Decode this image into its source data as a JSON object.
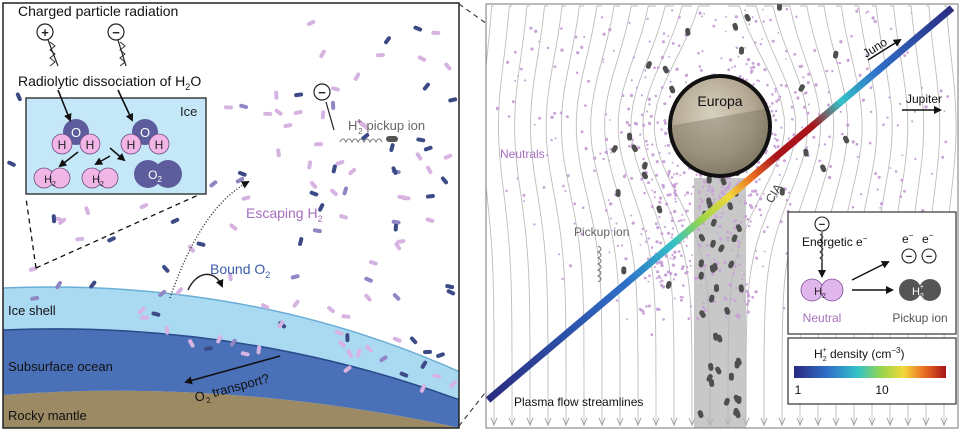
{
  "left_panel": {
    "top_label": "Charged particle radiation",
    "plus_sign": "+",
    "minus_sign": "−",
    "radiolysis_label": "Radiolytic dissociation of H",
    "radiolysis_sub": "2",
    "radiolysis_tail": "O",
    "inset_label": "Ice",
    "atom_o": "O",
    "atom_h": "H",
    "h2_main": "H",
    "h2_sub": "2",
    "o2_main": "O",
    "o2_sub": "2",
    "pickup_label": "pickup ion",
    "pickup_ion_main": "H",
    "pickup_ion_sub": "2",
    "pickup_ion_sup": "+",
    "escaping_label": "Escaping H",
    "escaping_sub": "2",
    "bound_label": "Bound O",
    "bound_sub": "2",
    "ice_shell": "Ice shell",
    "ocean": "Subsurface ocean",
    "o2_transport_main": "O",
    "o2_transport_sub": "2",
    "o2_transport_tail": " transport?",
    "mantle": "Rocky mantle"
  },
  "right_panel": {
    "europa": "Europa",
    "juno": "Juno",
    "jupiter": "Jupiter",
    "neutrals": "Neutrals",
    "pickup_ion": "Pickup ion",
    "cia": "CIA",
    "plasma": "Plasma flow streamlines",
    "inset": {
      "energetic": "Energetic e",
      "energetic_sup": "−",
      "e_minus_1": "e",
      "e_minus_2": "e",
      "e_sup": "−",
      "minus": "−",
      "h2_main": "H",
      "h2_sub": "2",
      "h2p_main": "H",
      "h2p_sub": "2",
      "h2p_sup": "+",
      "neutral": "Neutral",
      "pickup": "Pickup ion"
    },
    "legend": {
      "title_pre": "H",
      "title_sub": "2",
      "title_sup": "+",
      "title_post": " density (cm",
      "title_exp": "−3",
      "title_close": ")",
      "tick_low": "1",
      "tick_high": "10"
    }
  },
  "colors": {
    "lilac": "#d6b3e0",
    "navy": "#3c4a86",
    "ocean": "#4a70b8",
    "ice": "#aad9f2",
    "mantle": "#9b8a63",
    "inset_bg": "#c5e8f8",
    "purple_text": "#a66fbd",
    "blue_text": "#3a5ca8"
  }
}
